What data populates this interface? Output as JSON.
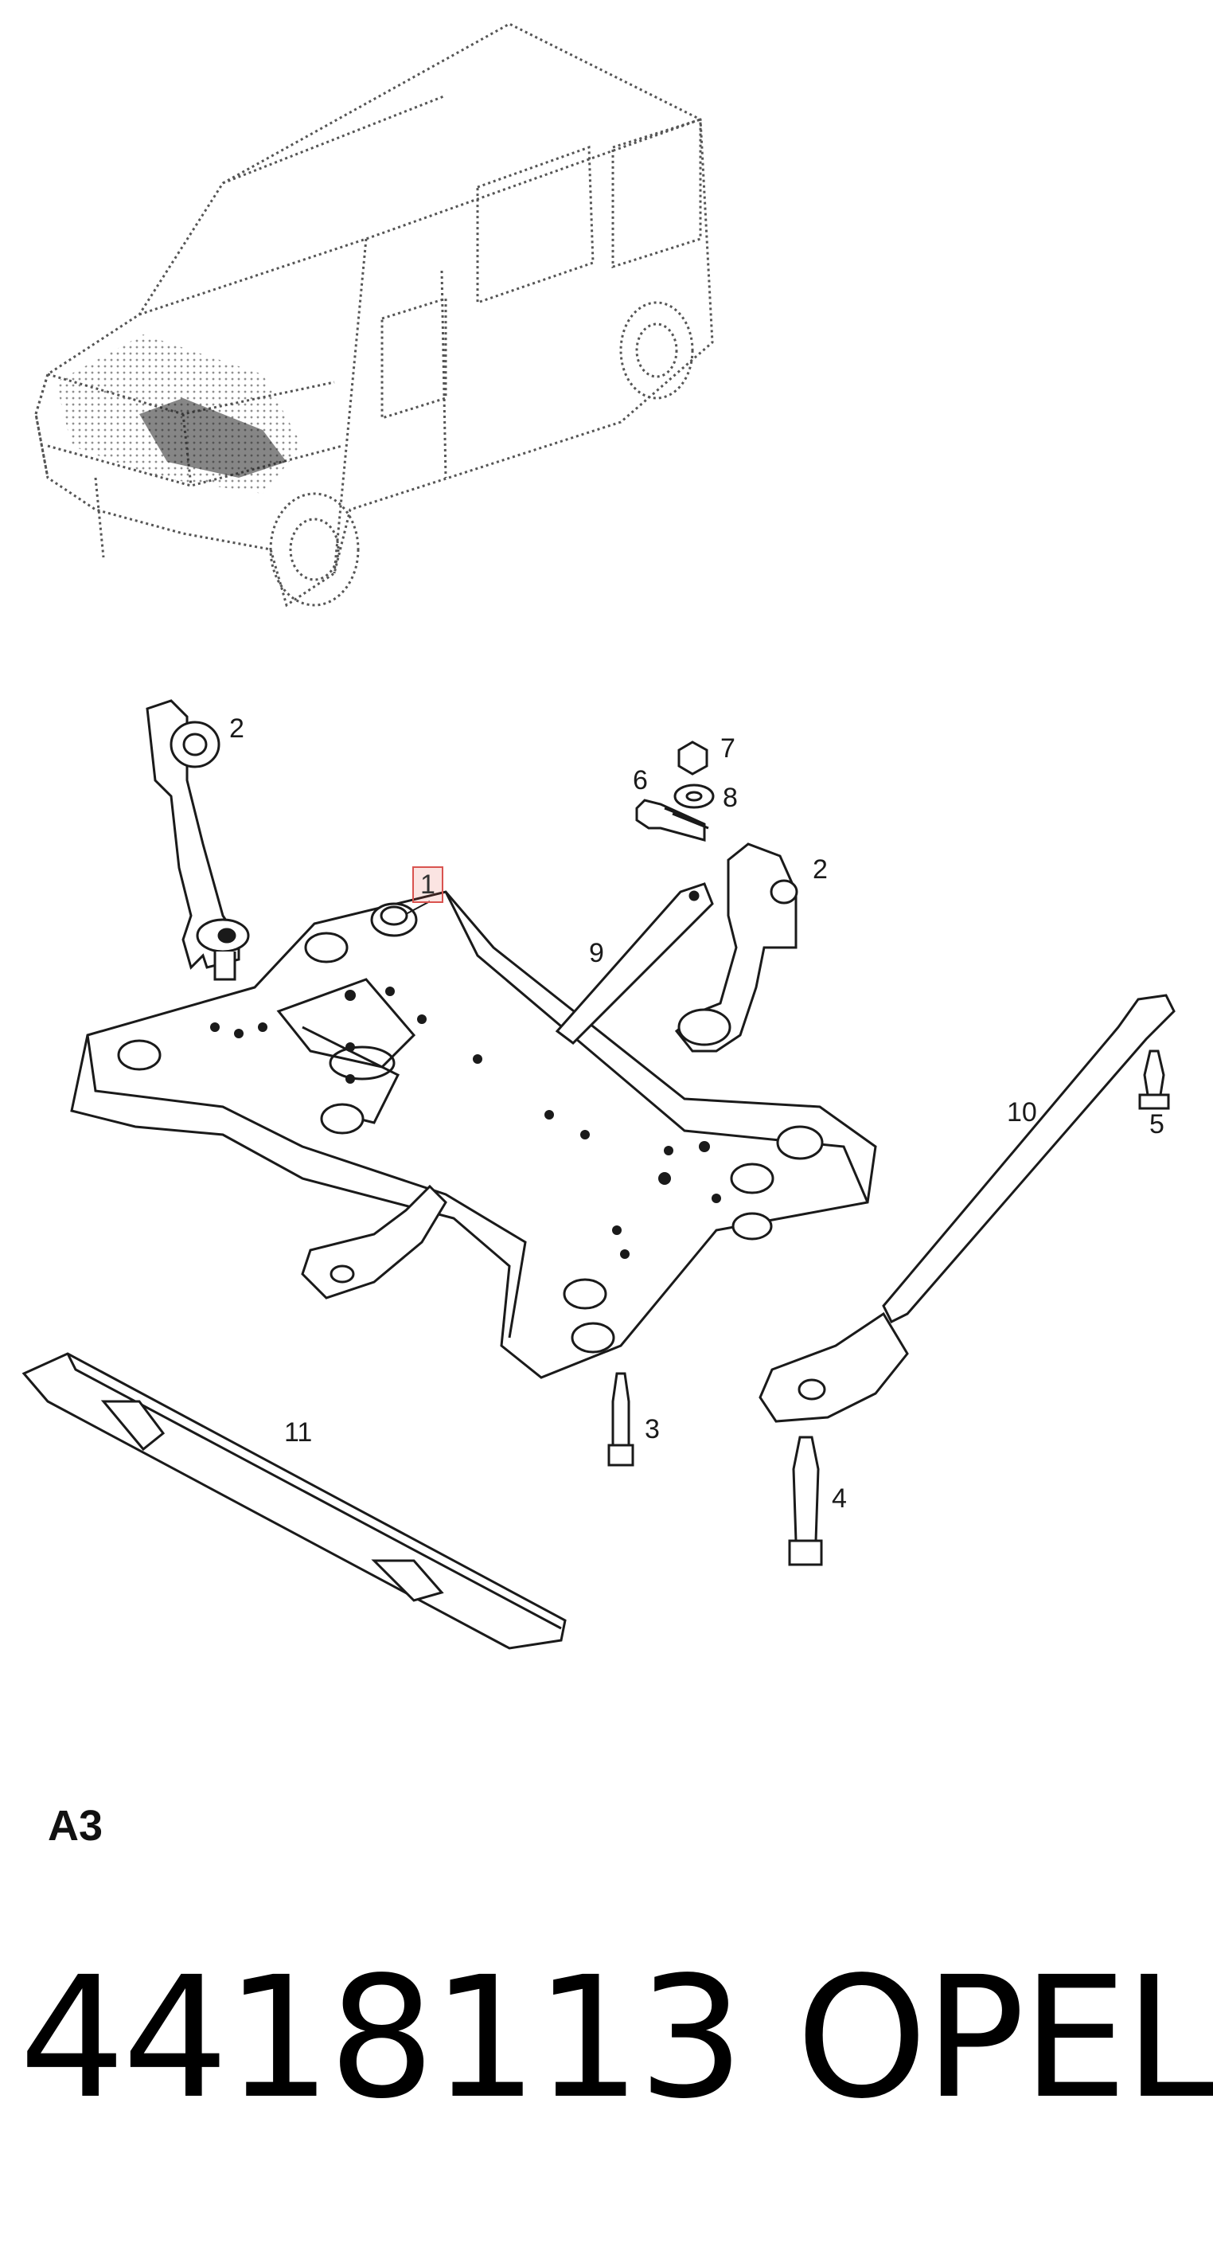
{
  "callouts": {
    "c1": "1",
    "c2a": "2",
    "c2b": "2",
    "c3": "3",
    "c4": "4",
    "c5": "5",
    "c6": "6",
    "c7": "7",
    "c8": "8",
    "c9": "9",
    "c10": "10",
    "c11": "11"
  },
  "view_code": "A3",
  "part_number": "4418113",
  "brand": "OPEL",
  "colors": {
    "line": "#1a1a1a",
    "highlight": "#d9534f",
    "dotted": "#555555"
  }
}
